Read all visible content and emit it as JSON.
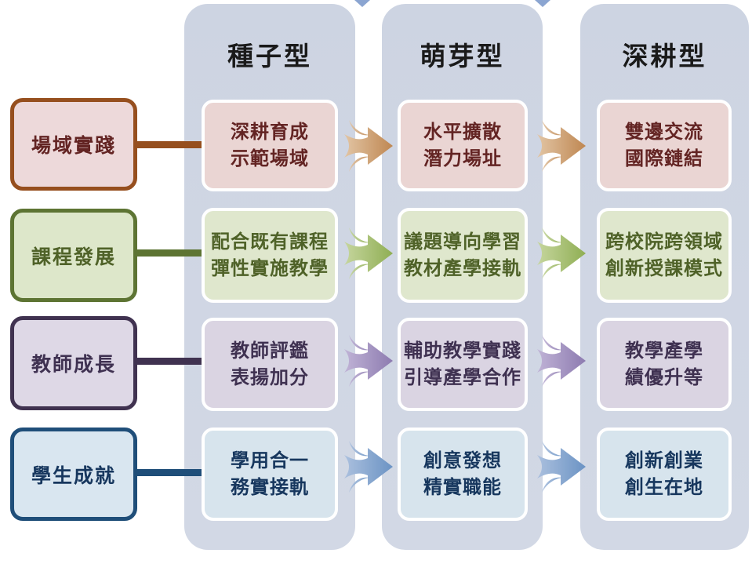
{
  "colors": {
    "background": "#ffffff",
    "column_bg": "#cdd4e2",
    "header_text": "#1a1a1a",
    "cell_border": "#ffffff",
    "top_arrow_remnant": "#8ba5d1"
  },
  "columns": [
    {
      "header": "種子型"
    },
    {
      "header": "萌芽型"
    },
    {
      "header": "深耕型"
    }
  ],
  "rows": [
    {
      "label": "場域實踐",
      "colors": {
        "border": "#964f1e",
        "left_fill": "#edd9da",
        "cell_fill": "#ead5d3",
        "text": "#632423",
        "arrow_light": "#e2c5a4",
        "arrow_dark": "#bf8752"
      },
      "cells": [
        {
          "lines": [
            "深耕育成",
            "示範場域"
          ]
        },
        {
          "lines": [
            "水平擴散",
            "潛力場址"
          ]
        },
        {
          "lines": [
            "雙邊交流",
            "國際鏈結"
          ]
        }
      ]
    },
    {
      "label": "課程發展",
      "colors": {
        "border": "#5d7433",
        "left_fill": "#dde7ca",
        "cell_fill": "#dfe7cd",
        "text": "#4f6228",
        "arrow_light": "#c6d69e",
        "arrow_dark": "#8fae53"
      },
      "cells": [
        {
          "lines": [
            "配合既有課程",
            "彈性實施教學"
          ]
        },
        {
          "lines": [
            "議題導向學習",
            "教材產學接軌"
          ]
        },
        {
          "lines": [
            "跨校院跨領域",
            "創新授課模式"
          ]
        }
      ]
    },
    {
      "label": "教師成長",
      "colors": {
        "border": "#403250",
        "left_fill": "#ded8e6",
        "cell_fill": "#dad4e2",
        "text": "#3f3151",
        "arrow_light": "#c0b3d6",
        "arrow_dark": "#8d7bb0"
      },
      "cells": [
        {
          "lines": [
            "教師評鑑",
            "表揚加分"
          ]
        },
        {
          "lines": [
            "輔助教學實踐",
            "引導產學合作"
          ]
        },
        {
          "lines": [
            "教學產學",
            "績優升等"
          ]
        }
      ]
    },
    {
      "label": "學生成就",
      "colors": {
        "border": "#1f4e79",
        "left_fill": "#d9e6f0",
        "cell_fill": "#d7e4ed",
        "text": "#17375e",
        "arrow_light": "#abc0de",
        "arrow_dark": "#6b93c4"
      },
      "cells": [
        {
          "lines": [
            "學用合一",
            "務實接軌"
          ]
        },
        {
          "lines": [
            "創意發想",
            "精實職能"
          ]
        },
        {
          "lines": [
            "創新創業",
            "創生在地"
          ]
        }
      ]
    }
  ]
}
